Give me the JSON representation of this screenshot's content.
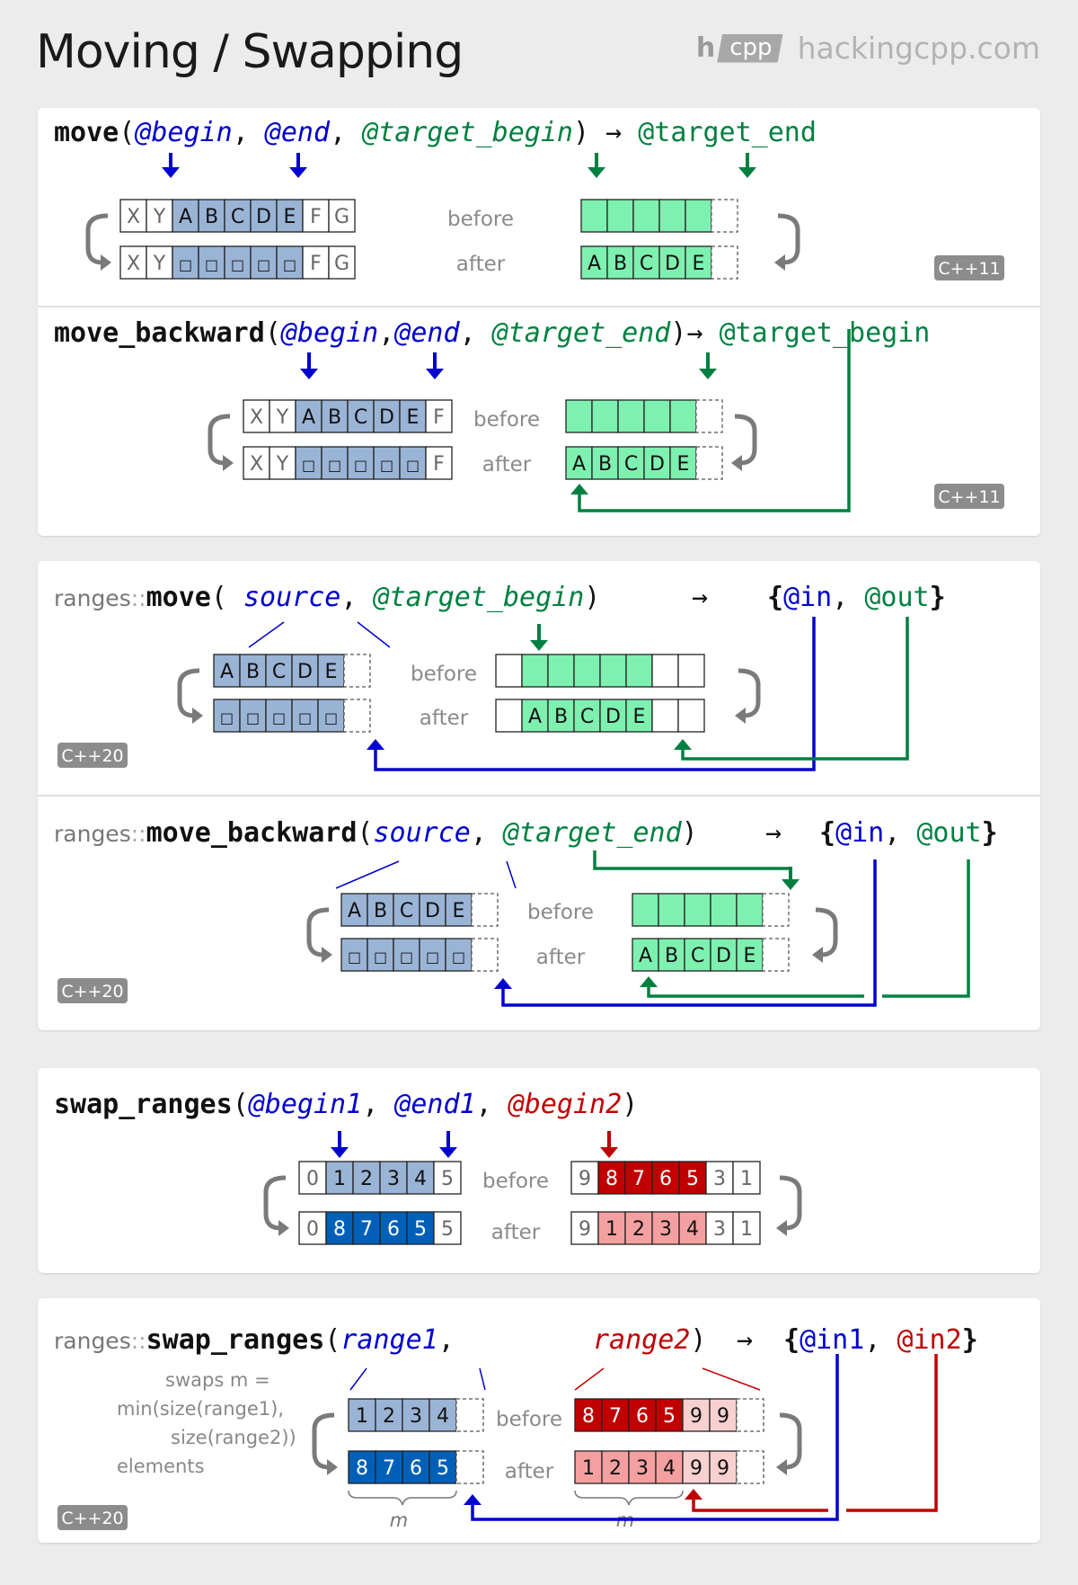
{
  "header": {
    "title": "Moving / Swapping",
    "logo_h": "h",
    "logo_cpp": "cpp",
    "site": "hackingcpp.com"
  },
  "labels": {
    "before": "before",
    "after": "after",
    "ranges_prefix": "ranges",
    "scope": "::"
  },
  "badges": {
    "cpp11": "C++11",
    "cpp20": "C++20"
  },
  "colors": {
    "blue": "#0000d0",
    "green": "#008040",
    "red": "#c00000",
    "blue_cell": "#9ab4d6",
    "green_cell": "#7ef0b0",
    "red_dark": "#c00000",
    "red_light": "#f5a0a0",
    "blue_dark": "#0060b8"
  },
  "sections": [
    {
      "id": "move",
      "func": "move",
      "args": [
        "@begin",
        "@end",
        "@target_begin"
      ],
      "result": "@target_end",
      "badge": "C++11",
      "before_cells": [
        "X",
        "Y",
        "A",
        "B",
        "C",
        "D",
        "E",
        "F",
        "G"
      ],
      "after_cells": [
        "X",
        "Y",
        "□",
        "□",
        "□",
        "□",
        "□",
        "F",
        "G"
      ],
      "target_after": [
        "A",
        "B",
        "C",
        "D",
        "E"
      ]
    },
    {
      "id": "move_backward",
      "func": "move_backward",
      "args": [
        "@begin",
        "@end",
        "@target_end"
      ],
      "result": "@target_begin",
      "badge": "C++11",
      "before_cells": [
        "X",
        "Y",
        "A",
        "B",
        "C",
        "D",
        "E",
        "F"
      ],
      "after_cells": [
        "X",
        "Y",
        "□",
        "□",
        "□",
        "□",
        "□",
        "F"
      ],
      "target_after": [
        "A",
        "B",
        "C",
        "D",
        "E"
      ]
    },
    {
      "id": "ranges_move",
      "func": "move",
      "args": [
        "source",
        "@target_begin"
      ],
      "result": [
        "@in",
        "@out"
      ],
      "badge": "C++20",
      "before_cells": [
        "A",
        "B",
        "C",
        "D",
        "E"
      ],
      "after_cells": [
        "□",
        "□",
        "□",
        "□",
        "□"
      ],
      "target_after": [
        "A",
        "B",
        "C",
        "D",
        "E"
      ]
    },
    {
      "id": "ranges_move_backward",
      "func": "move_backward",
      "args": [
        "source",
        "@target_end"
      ],
      "result": [
        "@in",
        "@out"
      ],
      "badge": "C++20",
      "before_cells": [
        "A",
        "B",
        "C",
        "D",
        "E"
      ],
      "after_cells": [
        "□",
        "□",
        "□",
        "□",
        "□"
      ],
      "target_after": [
        "A",
        "B",
        "C",
        "D",
        "E"
      ]
    },
    {
      "id": "swap_ranges",
      "func": "swap_ranges",
      "args": [
        "@begin1",
        "@end1",
        "@begin2"
      ],
      "r1_before": [
        "0",
        "1",
        "2",
        "3",
        "4",
        "5"
      ],
      "r1_after": [
        "0",
        "8",
        "7",
        "6",
        "5",
        "5"
      ],
      "r2_before": [
        "9",
        "8",
        "7",
        "6",
        "5",
        "3",
        "1"
      ],
      "r2_after": [
        "9",
        "1",
        "2",
        "3",
        "4",
        "3",
        "1"
      ]
    },
    {
      "id": "ranges_swap_ranges",
      "func": "swap_ranges",
      "args": [
        "range1",
        "range2"
      ],
      "result": [
        "@in1",
        "@in2"
      ],
      "badge": "C++20",
      "note": [
        "swaps m =",
        "min(size(range1),",
        "size(range2))",
        "elements"
      ],
      "m_label": "m",
      "r1_before": [
        "1",
        "2",
        "3",
        "4"
      ],
      "r1_after": [
        "8",
        "7",
        "6",
        "5"
      ],
      "r2_before": [
        "8",
        "7",
        "6",
        "5",
        "9",
        "9"
      ],
      "r2_after": [
        "1",
        "2",
        "3",
        "4",
        "9",
        "9"
      ]
    }
  ]
}
